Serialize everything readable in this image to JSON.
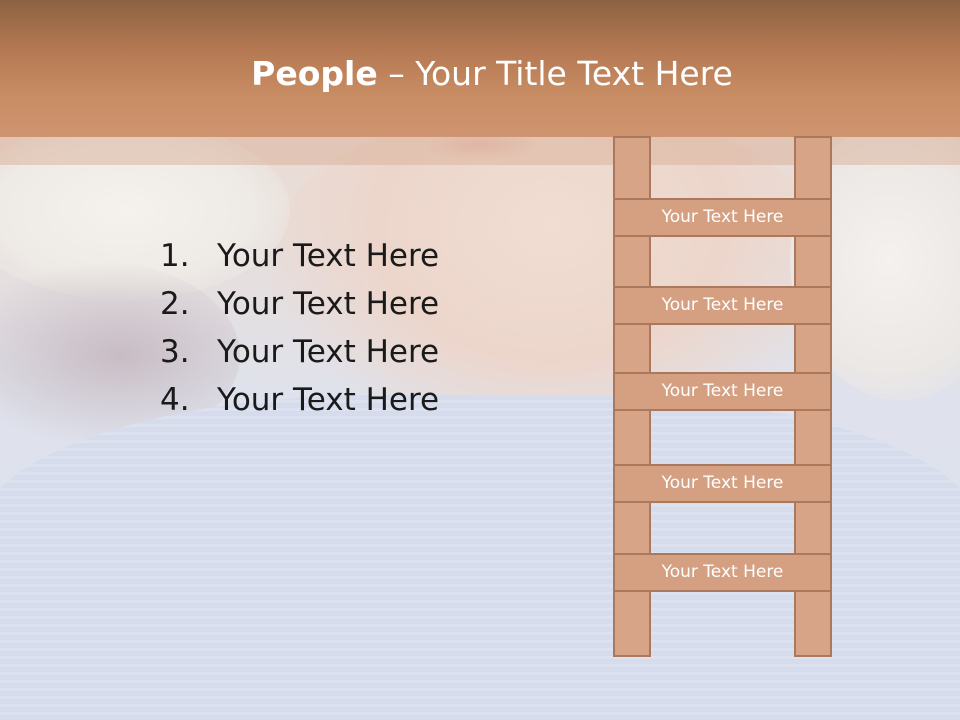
{
  "title": {
    "bold": "People",
    "rest": " – Your Title Text Here"
  },
  "list": [
    {
      "num": "1.",
      "text": "Your Text Here"
    },
    {
      "num": "2.",
      "text": "Your Text Here"
    },
    {
      "num": "3.",
      "text": "Your Text Here"
    },
    {
      "num": "4.",
      "text": "Your Text Here"
    }
  ],
  "ladder": {
    "rungs": [
      "Your Text Here",
      "Your Text Here",
      "Your Text Here",
      "Your Text Here",
      "Your Text Here"
    ]
  },
  "colors": {
    "title_band": "#c08560",
    "ladder_fill": "#d4a081",
    "ladder_border": "#a9785d",
    "title_text": "#ffffff"
  }
}
